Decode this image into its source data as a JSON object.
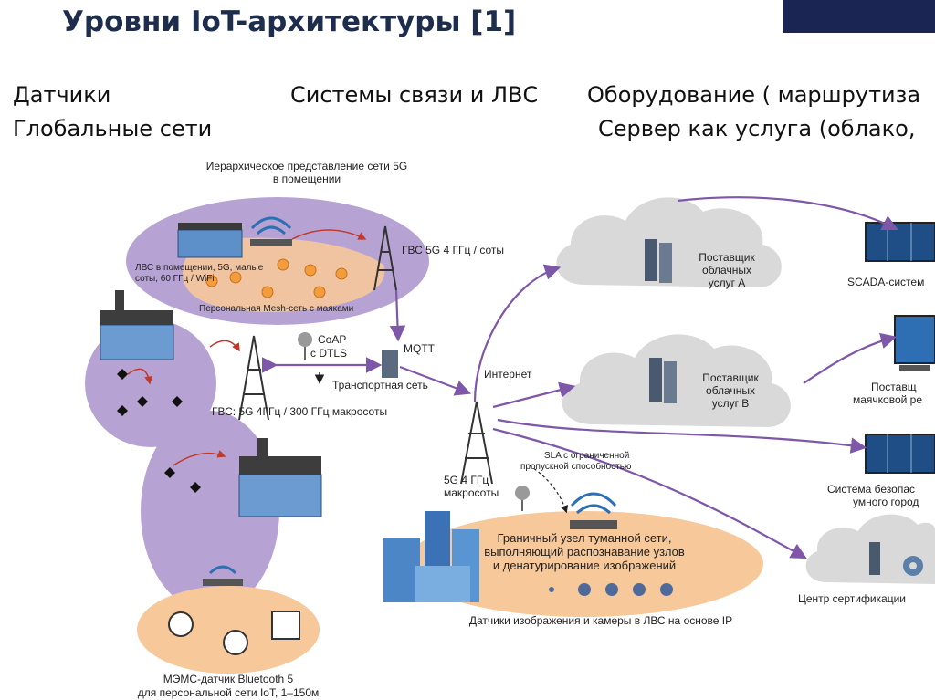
{
  "slide": {
    "title": "Уровни IoT-архитектуры [1]",
    "row1": [
      "Датчики",
      "Системы связи и ЛВС",
      "Оборудование ( маршрутиза"
    ],
    "row2": [
      "Глобальные сети",
      "Сервер как услуга (облако,"
    ]
  },
  "diagram": {
    "indoor_title_1": "Иерархическое представление сети 5G",
    "indoor_title_2": "в помещении",
    "lan_1": "ЛВС в помещении, 5G, малые",
    "lan_2": "соты, 60 ГГц / WiFi",
    "wan_small": "ГВС 5G 4 ГГц / соты",
    "mesh": "Персональная Mesh-сеть с маяками",
    "coap_1": "CoAP",
    "coap_2": "с DTLS",
    "mqtt": "MQTT",
    "transport": "Транспортная сеть",
    "internet": "Интернет",
    "macro_wan": "ГВС: 5G 4ГГц / 300 ГГц макросоты",
    "macro5g_1": "5G 4 ГГц",
    "macro5g_2": "макросоты",
    "sla_1": "SLA с ограниченной",
    "sla_2": "пропускной способностью",
    "fog_1": "Граничный узел туманной сети,",
    "fog_2": "выполняющий распознавание узлов",
    "fog_3": "и денатурирование изображений",
    "cameras": "Датчики изображения и камеры в ЛВС на основе IP",
    "mems_1": "МЭМС-датчик Bluetooth 5",
    "mems_2": "для персональной сети IoT, 1–150м",
    "cloud_a_1": "Поставщик",
    "cloud_a_2": "облачных",
    "cloud_a_3": "услуг А",
    "cloud_b_1": "Поставщик",
    "cloud_b_2": "облачных",
    "cloud_b_3": "услуг В",
    "scada": "SCADA-систем",
    "beacon_1": "Поставщ",
    "beacon_2": "маячковой ре",
    "security_1": "Система безопас",
    "security_2": "умного город",
    "cert": "Центр сертификации"
  },
  "colors": {
    "purple_zone": "#b7a3d3",
    "orange_zone": "#f6c89a",
    "cloud": "#d9d9d9",
    "link_purple": "#7e57a8",
    "link_red": "#c0392b",
    "header_bar": "#1a2553"
  }
}
